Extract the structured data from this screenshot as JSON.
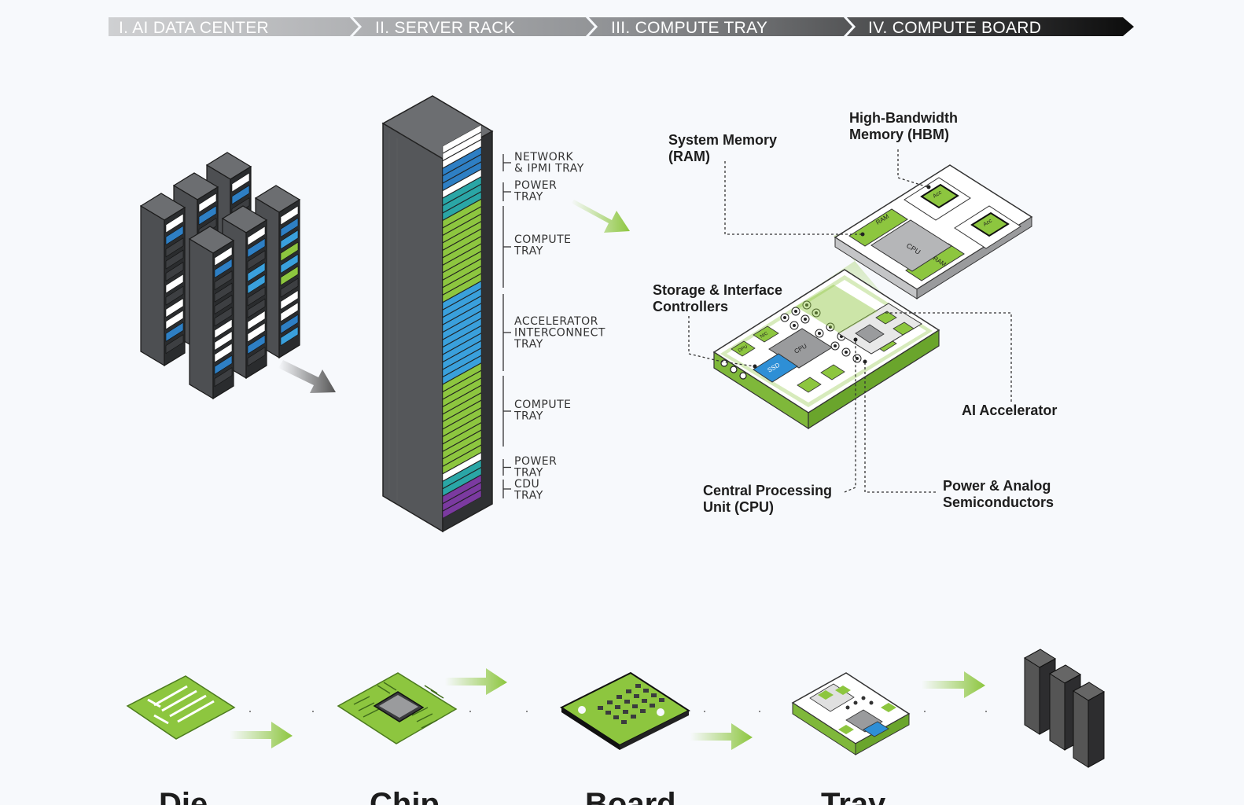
{
  "breadcrumbs": [
    {
      "label": "I. AI DATA CENTER"
    },
    {
      "label": "II. SERVER RACK"
    },
    {
      "label": "III. COMPUTE TRAY"
    },
    {
      "label": "IV. COMPUTE BOARD"
    }
  ],
  "rack_labels": [
    {
      "lines": [
        "NETWORK",
        "& IPMI TRAY"
      ]
    },
    {
      "lines": [
        "POWER",
        "TRAY"
      ]
    },
    {
      "lines": [
        "COMPUTE",
        "TRAY"
      ]
    },
    {
      "lines": [
        "ACCELERATOR",
        "INTERCONNECT",
        "TRAY"
      ]
    },
    {
      "lines": [
        "COMPUTE",
        "TRAY"
      ]
    },
    {
      "lines": [
        "POWER",
        "TRAY"
      ]
    },
    {
      "lines": [
        "CDU",
        "TRAY"
      ]
    }
  ],
  "tray_callouts": {
    "system_memory": [
      "System Memory",
      "(RAM)"
    ],
    "hbm": [
      "High-Bandwidth",
      "Memory (HBM)"
    ],
    "storage": [
      "Storage & Interface",
      "Controllers"
    ],
    "ai_accelerator": [
      "AI Accelerator"
    ],
    "cpu": [
      "Central Processing",
      "Unit (CPU)"
    ],
    "power": [
      "Power & Analog",
      "Semiconductors"
    ]
  },
  "chip_labels": {
    "ram": "RAM",
    "cpu": "CPU",
    "acc": "Acc",
    "ssd": "SSD",
    "nic": "NIC",
    "dpu": "DPU"
  },
  "bottom_labels": [
    "Die",
    "Chip",
    "Board",
    "Tray"
  ],
  "colors": {
    "green": "#8dc63f",
    "dark_green": "#5a8e2a",
    "blue": "#2e7fc4",
    "light_blue": "#3aa0dc",
    "teal": "#2aa6a6",
    "purple": "#7b3aa0",
    "rack_dark": "#3d3f42",
    "crumb_dark": "#111111",
    "crumb_light": "#c9cacc"
  }
}
